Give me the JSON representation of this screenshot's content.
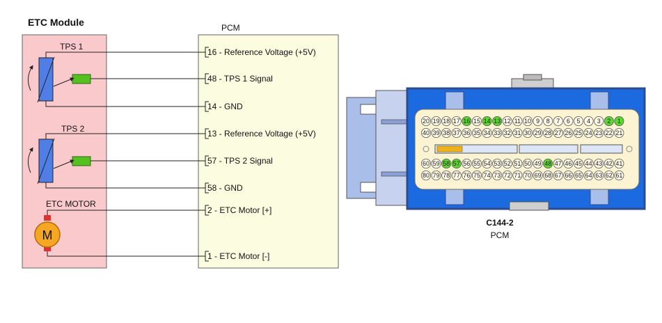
{
  "module": {
    "title": "ETC Module",
    "tps1_label": "TPS 1",
    "tps2_label": "TPS 2",
    "motor_label": "ETC MOTOR",
    "motor_symbol": "M"
  },
  "pcm": {
    "title": "PCM",
    "pins": [
      {
        "text": "16 - Reference Voltage (+5V)"
      },
      {
        "text": "48 - TPS 1 Signal"
      },
      {
        "text": "14 - GND"
      },
      {
        "text": "13 - Reference Voltage (+5V)"
      },
      {
        "text": "57 - TPS 2 Signal"
      },
      {
        "text": "58 - GND"
      },
      {
        "text": "2 - ETC Motor [+]"
      },
      {
        "text": "1 - ETC Motor [-]"
      }
    ]
  },
  "connector": {
    "code": "C144-2",
    "name": "PCM",
    "row1": [
      "20",
      "19",
      "18",
      "17",
      "16",
      "15",
      "14",
      "13",
      "12",
      "11",
      "10",
      "9",
      "8",
      "7",
      "6",
      "5",
      "4",
      "3",
      "2",
      "1"
    ],
    "row2": [
      "40",
      "39",
      "38",
      "37",
      "36",
      "35",
      "34",
      "33",
      "32",
      "31",
      "30",
      "29",
      "28",
      "27",
      "26",
      "25",
      "24",
      "23",
      "22",
      "21"
    ],
    "row3": [
      "60",
      "59",
      "58",
      "57",
      "56",
      "55",
      "54",
      "53",
      "52",
      "51",
      "50",
      "49",
      "48",
      "47",
      "46",
      "45",
      "44",
      "43",
      "42",
      "41"
    ],
    "row4": [
      "80",
      "79",
      "78",
      "77",
      "76",
      "75",
      "74",
      "73",
      "72",
      "71",
      "70",
      "69",
      "68",
      "67",
      "66",
      "65",
      "64",
      "63",
      "62",
      "61"
    ],
    "highlighted": [
      "16",
      "14",
      "13",
      "2",
      "1",
      "58",
      "57",
      "48"
    ]
  },
  "colors": {
    "module_fill": "#f9c9cc",
    "pcm_fill": "#fcfce0",
    "sensor_fill": "#4f7fe6",
    "signal_box": "#55c01f",
    "highlight_pin": "#5dd632",
    "motor_fill": "#f5a623",
    "connector_outer": "#1c6ae0",
    "connector_frame": "#2d4b91"
  }
}
